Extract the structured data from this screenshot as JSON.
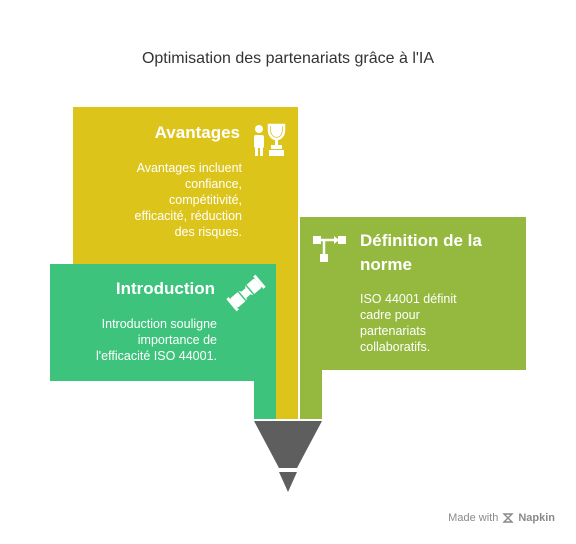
{
  "title": "Optimisation des partenariats grâce à l'IA",
  "sections": {
    "avantages": {
      "heading": "Avantages",
      "lines": [
        "Avantages incluent",
        "confiance,",
        "compétitivité,",
        "efficacité, réduction",
        "des risques."
      ],
      "color": "#DDC41A",
      "icon": "people-trophy-icon"
    },
    "definition": {
      "heading_lines": [
        "Définition de la",
        "norme"
      ],
      "lines": [
        "ISO 44001 définit",
        "cadre pour",
        "partenariats",
        "collaboratifs."
      ],
      "color": "#94B93E",
      "icon": "flowchart-icon"
    },
    "introduction": {
      "heading": "Introduction",
      "lines": [
        "Introduction souligne",
        "importance de",
        "l'efficacité ISO 44001."
      ],
      "color": "#3EC37C",
      "icon": "handshake-icon"
    }
  },
  "funnel": {
    "color": "#5E5E5E",
    "icon": "funnel-icon"
  },
  "footer": {
    "made_with": "Made with",
    "brand": "Napkin"
  }
}
